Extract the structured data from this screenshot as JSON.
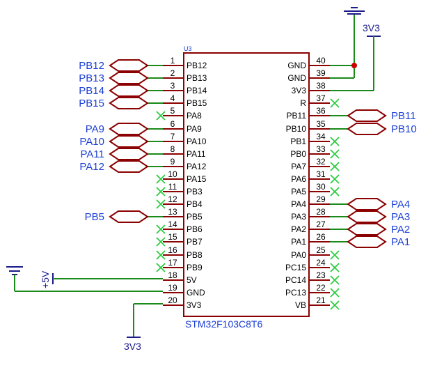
{
  "component": {
    "ref": "U3",
    "part": "STM32F103C8T6"
  },
  "left_pins": [
    {
      "num": "1",
      "name": "PB12",
      "net": "PB12"
    },
    {
      "num": "2",
      "name": "PB13",
      "net": "PB13"
    },
    {
      "num": "3",
      "name": "PB14",
      "net": "PB14"
    },
    {
      "num": "4",
      "name": "PB15",
      "net": "PB15"
    },
    {
      "num": "5",
      "name": "PA8",
      "net": ""
    },
    {
      "num": "6",
      "name": "PA9",
      "net": "PA9"
    },
    {
      "num": "7",
      "name": "PA10",
      "net": "PA10"
    },
    {
      "num": "8",
      "name": "PA11",
      "net": "PA11"
    },
    {
      "num": "9",
      "name": "PA12",
      "net": "PA12"
    },
    {
      "num": "10",
      "name": "PA15",
      "net": ""
    },
    {
      "num": "11",
      "name": "PB3",
      "net": ""
    },
    {
      "num": "12",
      "name": "PB4",
      "net": ""
    },
    {
      "num": "13",
      "name": "PB5",
      "net": "PB5"
    },
    {
      "num": "14",
      "name": "PB6",
      "net": ""
    },
    {
      "num": "15",
      "name": "PB7",
      "net": ""
    },
    {
      "num": "16",
      "name": "PB8",
      "net": ""
    },
    {
      "num": "17",
      "name": "PB9",
      "net": ""
    },
    {
      "num": "18",
      "name": "5V",
      "net": ""
    },
    {
      "num": "19",
      "name": "GND",
      "net": ""
    },
    {
      "num": "20",
      "name": "3V3",
      "net": ""
    }
  ],
  "right_pins": [
    {
      "num": "40",
      "name": "GND",
      "net": ""
    },
    {
      "num": "39",
      "name": "GND",
      "net": ""
    },
    {
      "num": "38",
      "name": "3V3",
      "net": ""
    },
    {
      "num": "37",
      "name": "R",
      "net": ""
    },
    {
      "num": "36",
      "name": "PB11",
      "net": "PB11"
    },
    {
      "num": "35",
      "name": "PB10",
      "net": "PB10"
    },
    {
      "num": "34",
      "name": "PB1",
      "net": ""
    },
    {
      "num": "33",
      "name": "PB0",
      "net": ""
    },
    {
      "num": "32",
      "name": "PA7",
      "net": ""
    },
    {
      "num": "31",
      "name": "PA6",
      "net": ""
    },
    {
      "num": "30",
      "name": "PA5",
      "net": ""
    },
    {
      "num": "29",
      "name": "PA4",
      "net": "PA4"
    },
    {
      "num": "28",
      "name": "PA3",
      "net": "PA3"
    },
    {
      "num": "27",
      "name": "PA2",
      "net": "PA2"
    },
    {
      "num": "26",
      "name": "PA1",
      "net": "PA1"
    },
    {
      "num": "25",
      "name": "PA0",
      "net": ""
    },
    {
      "num": "24",
      "name": "PC15",
      "net": ""
    },
    {
      "num": "23",
      "name": "PC14",
      "net": ""
    },
    {
      "num": "22",
      "name": "PC13",
      "net": ""
    },
    {
      "num": "21",
      "name": "VB",
      "net": ""
    }
  ],
  "power": {
    "vcc_5v": "+5V",
    "vcc_3v3_top": "3V3",
    "vcc_3v3_bottom": "3V3"
  },
  "colors": {
    "wire": "#1a8a1a",
    "body": "#8b0000",
    "label": "#1c3fd6",
    "no_connect": "#2ecc40",
    "power": "#1a1a8b"
  }
}
